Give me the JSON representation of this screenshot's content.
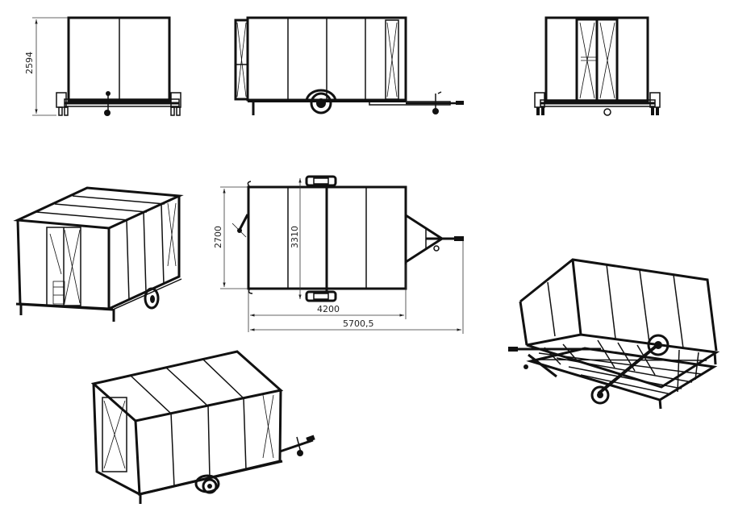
{
  "drawing": {
    "subject": "box trailer technical drawing",
    "line_color": "#111111",
    "background": "#ffffff",
    "views": [
      {
        "id": "rear-view",
        "label": "rear elevation"
      },
      {
        "id": "side-view",
        "label": "side elevation"
      },
      {
        "id": "front-view",
        "label": "front elevation with door"
      },
      {
        "id": "iso-rear-view",
        "label": "isometric rear"
      },
      {
        "id": "top-view",
        "label": "plan view"
      },
      {
        "id": "iso-under-view",
        "label": "isometric underside frame"
      },
      {
        "id": "iso-front-view",
        "label": "isometric front"
      }
    ],
    "dimensions": {
      "height": "2594",
      "body_width": "2700",
      "wheel_track": "3310",
      "body_length": "4200",
      "overall_length": "5700,5"
    }
  }
}
